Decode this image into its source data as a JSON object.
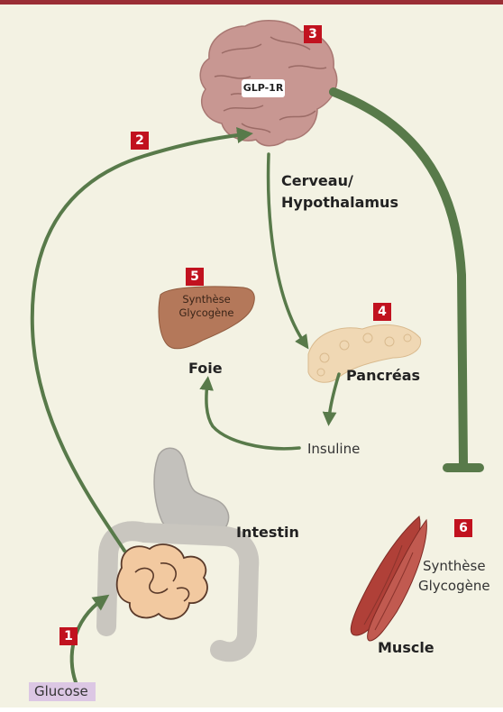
{
  "badges": {
    "b1": "1",
    "b2": "2",
    "b3": "3",
    "b4": "4",
    "b5": "5",
    "b6": "6"
  },
  "labels": {
    "receptor": "GLP-1R",
    "brain_line1": "Cerveau/",
    "brain_line2": "Hypothalamus",
    "liver_synth_line1": "Synthèse",
    "liver_synth_line2": "Glycogène",
    "liver": "Foie",
    "pancreas": "Pancréas",
    "insulin": "Insuline",
    "intestine": "Intestin",
    "muscle_synth_line1": "Synthèse",
    "muscle_synth_line2": "Glycogène",
    "muscle": "Muscle",
    "glucose": "Glucose"
  },
  "colors": {
    "background": "#f3f2e3",
    "top_rule": "#9a2e35",
    "arrow": "#587a4a",
    "badge": "#c1121f",
    "glucose_highlight": "#dcc7e4",
    "liver": "#b4785a",
    "muscle": "#b04038"
  }
}
